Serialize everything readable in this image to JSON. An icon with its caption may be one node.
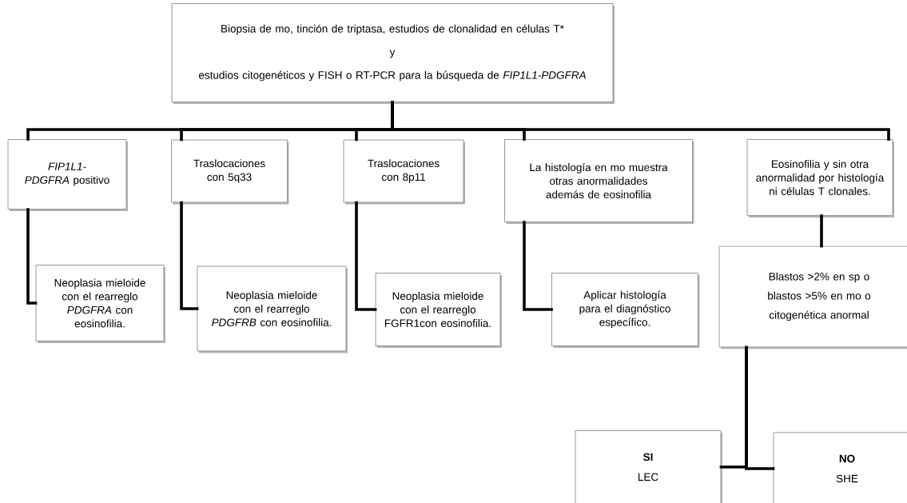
{
  "diagram": {
    "nodes": [
      {
        "text": [
          "Biopsia de mo, tinción de triptasa, estudios de clonalidad en células T*",
          "y",
          "estudios citogenéticos y FISH o RT-PCR para la búsqueda de *FIP1L1-PDGFRA*"
        ]
      },
      {
        "text": [
          "*FIP1L1-PDGFRA* positivo"
        ]
      },
      {
        "text": [
          "Traslocaciones con 5q33"
        ]
      },
      {
        "text": [
          "Traslocaciones con 8p11"
        ]
      },
      {
        "text": [
          "La histología en mo muestra otras anormalidades además de eosinofilia"
        ]
      },
      {
        "text": [
          "Eosinofilia y sin otra anormalidad por histología ni células T clonales."
        ]
      },
      {
        "text": [
          "Neoplasia mieloide con el rearreglo *PDGFRA* con eosinofilia."
        ]
      },
      {
        "text": [
          "Neoplasia mieloide con el rearreglo *PDGFRB* con eosinofilia."
        ]
      },
      {
        "text": [
          "Neoplasia mieloide con el rearreglo FGFR1con eosinofilia."
        ]
      },
      {
        "text": [
          "Aplicar histología para el diagnóstico específico."
        ]
      },
      {
        "text": [
          "Blastos >2% en sp o blastos >5% en mo o citogenética anormal"
        ]
      },
      {
        "text": [
          "SI",
          "LEC"
        ]
      },
      {
        "text": [
          "NO",
          "SHE"
        ]
      }
    ],
    "edges": [
      {
        "from": 0,
        "to": 1,
        "arrow": "none"
      },
      {
        "from": 0,
        "to": 2,
        "arrow": "none"
      },
      {
        "from": 0,
        "to": 3,
        "arrow": "none"
      },
      {
        "from": 0,
        "to": 4,
        "arrow": "none"
      },
      {
        "from": 0,
        "to": 5,
        "arrow": "none"
      },
      {
        "from": 1,
        "to": 6,
        "arrow": "none"
      },
      {
        "from": 2,
        "to": 7,
        "arrow": "none"
      },
      {
        "from": 3,
        "to": 8,
        "arrow": "none"
      },
      {
        "from": 4,
        "to": 9,
        "arrow": "none"
      },
      {
        "from": 5,
        "to": 10,
        "arrow": "none"
      },
      {
        "from": 10,
        "to": 11,
        "arrow": "none"
      },
      {
        "from": 10,
        "to": 12,
        "arrow": "none"
      }
    ]
  }
}
